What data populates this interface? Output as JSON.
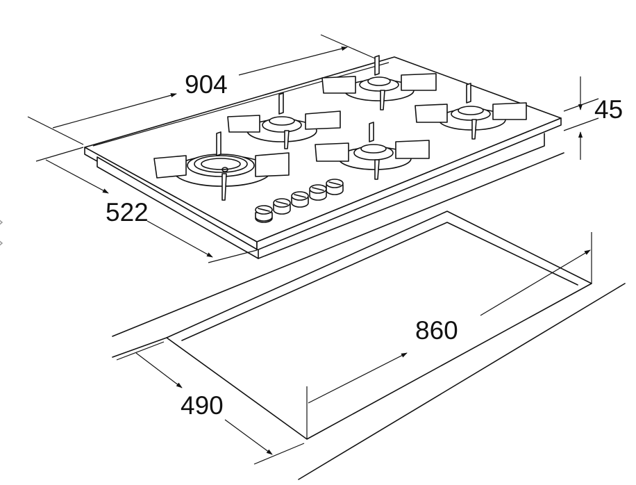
{
  "dimensions": {
    "hob_width": "904",
    "hob_depth": "522",
    "hob_height": "45",
    "cutout_width": "860",
    "cutout_depth": "490"
  },
  "colors": {
    "line": "#111111",
    "background": "#ffffff"
  },
  "icons": [
    "chevron-right-icon",
    "chevron-right-icon"
  ]
}
